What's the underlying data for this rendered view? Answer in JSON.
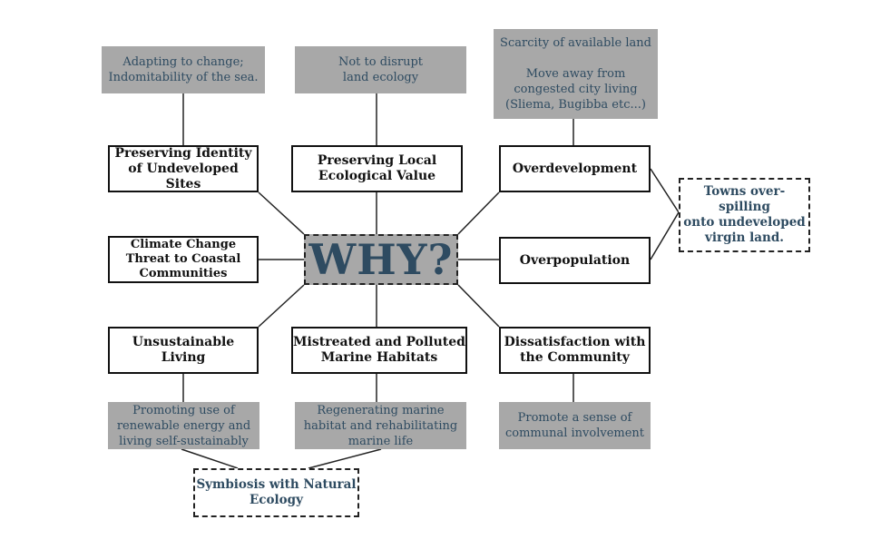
{
  "center": {
    "label": "WHY?"
  },
  "causes": {
    "identity": "Preserving Identity\nof Undeveloped Sites",
    "ecology": "Preserving Local\nEcological Value",
    "overdevelopment": "Overdevelopment",
    "climate": "Climate Change\nThreat to Coastal\nCommunities",
    "overpopulation": "Overpopulation",
    "unsustainable": "Unsustainable Living",
    "marine": "Mistreated and Polluted\nMarine Habitats",
    "community": "Dissatisfaction with\nthe Community"
  },
  "notes": {
    "adapting": "Adapting to change;\nIndomitability of the sea.",
    "disrupt": "Not to disrupt\nland ecology",
    "scarcity": "Scarcity of available land\n\nMove away from\ncongested city living\n(Sliema, Bugibba etc...)",
    "renewable": "Promoting use of\nrenewable energy and\nliving self-sustainably",
    "regenerating": "Regenerating marine\nhabitat and rehabilitating\nmarine life",
    "communal": "Promote a sense of\ncommunal involvement"
  },
  "outcomes": {
    "towns": "Towns over-spilling\nonto undeveloped\nvirgin land.",
    "symbiosis": "Symbiosis with Natural\nEcology"
  }
}
